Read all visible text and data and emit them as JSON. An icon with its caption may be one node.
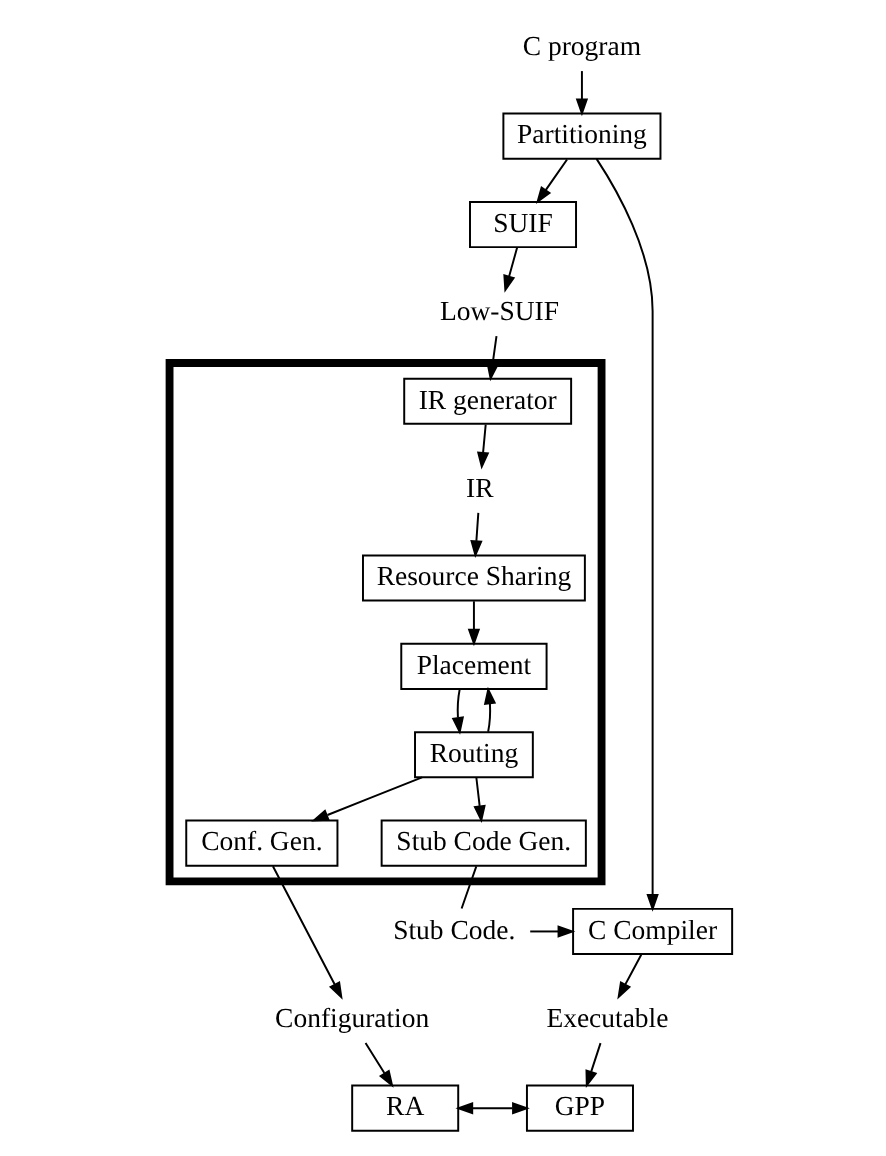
{
  "diagram": {
    "nodes": [
      {
        "text": [
          "C program"
        ]
      },
      {
        "text": [
          "Partitioning"
        ]
      },
      {
        "text": [
          "SUIF"
        ]
      },
      {
        "text": [
          "Low-SUIF"
        ]
      },
      {
        "text": [],
        "shape": "box"
      },
      {
        "text": [
          "IR generator"
        ],
        "in": 4
      },
      {
        "text": [
          "IR"
        ],
        "in": 4
      },
      {
        "text": [
          "Resource Sharing"
        ],
        "in": 4
      },
      {
        "text": [
          "Placement"
        ],
        "in": 4
      },
      {
        "text": [
          "Routing"
        ],
        "in": 4
      },
      {
        "text": [
          "Conf. Gen."
        ],
        "in": 4
      },
      {
        "text": [
          "Stub Code Gen."
        ],
        "in": 4
      },
      {
        "text": [
          "Stub Code."
        ]
      },
      {
        "text": [
          "C Compiler"
        ]
      },
      {
        "text": [
          "Configuration"
        ]
      },
      {
        "text": [
          "Executable"
        ]
      },
      {
        "text": [
          "RA"
        ]
      },
      {
        "text": [
          "GPP"
        ]
      }
    ],
    "edges": [
      {
        "from": 0,
        "to": 1,
        "arrow": "to"
      },
      {
        "from": 1,
        "to": 2,
        "arrow": "to"
      },
      {
        "from": 1,
        "to": 13,
        "arrow": "to"
      },
      {
        "from": 2,
        "to": 3,
        "arrow": "to"
      },
      {
        "from": 3,
        "to": 5,
        "arrow": "to"
      },
      {
        "from": 5,
        "to": 6,
        "arrow": "to"
      },
      {
        "from": 6,
        "to": 7,
        "arrow": "to"
      },
      {
        "from": 7,
        "to": 8,
        "arrow": "to"
      },
      {
        "from": 8,
        "to": 9,
        "arrow": "to"
      },
      {
        "from": 9,
        "to": 10,
        "arrow": "to"
      },
      {
        "from": 9,
        "to": 11,
        "arrow": "to"
      },
      {
        "from": 9,
        "to": 8,
        "arrow": "to"
      },
      {
        "from": 11,
        "to": 12,
        "arrow": "none"
      },
      {
        "from": 12,
        "to": 13,
        "arrow": "to"
      },
      {
        "from": 10,
        "to": 14,
        "arrow": "to"
      },
      {
        "from": 13,
        "to": 15,
        "arrow": "to"
      },
      {
        "from": 14,
        "to": 16,
        "arrow": "to"
      },
      {
        "from": 15,
        "to": 17,
        "arrow": "to"
      },
      {
        "from": 16,
        "to": 17,
        "arrow": "both"
      }
    ]
  }
}
